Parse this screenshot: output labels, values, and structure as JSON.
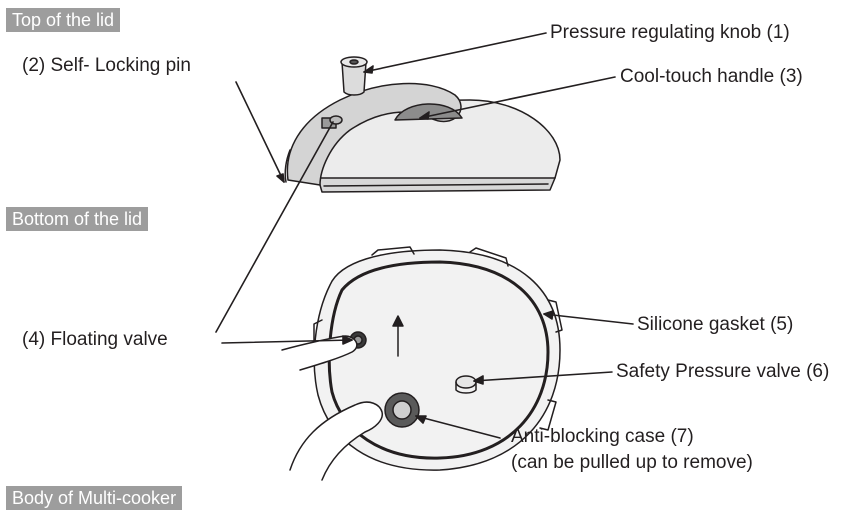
{
  "sections": {
    "top": "Top of the lid",
    "bottom": "Bottom of the lid",
    "body": "Body of Multi-cooker"
  },
  "callouts": {
    "knob": "Pressure regulating knob (1)",
    "pin": "(2) Self- Locking pin",
    "handle": "Cool-touch handle (3)",
    "float_valve": "(4) Floating valve",
    "gasket": "Silicone gasket (5)",
    "safety_valve": "Safety Pressure valve (6)",
    "anti_block_line1": "Anti-blocking case  (7)",
    "anti_block_line2": "(can be pulled up to remove)"
  },
  "colors": {
    "tag_bg": "#9d9d9d",
    "line": "#231f20"
  }
}
